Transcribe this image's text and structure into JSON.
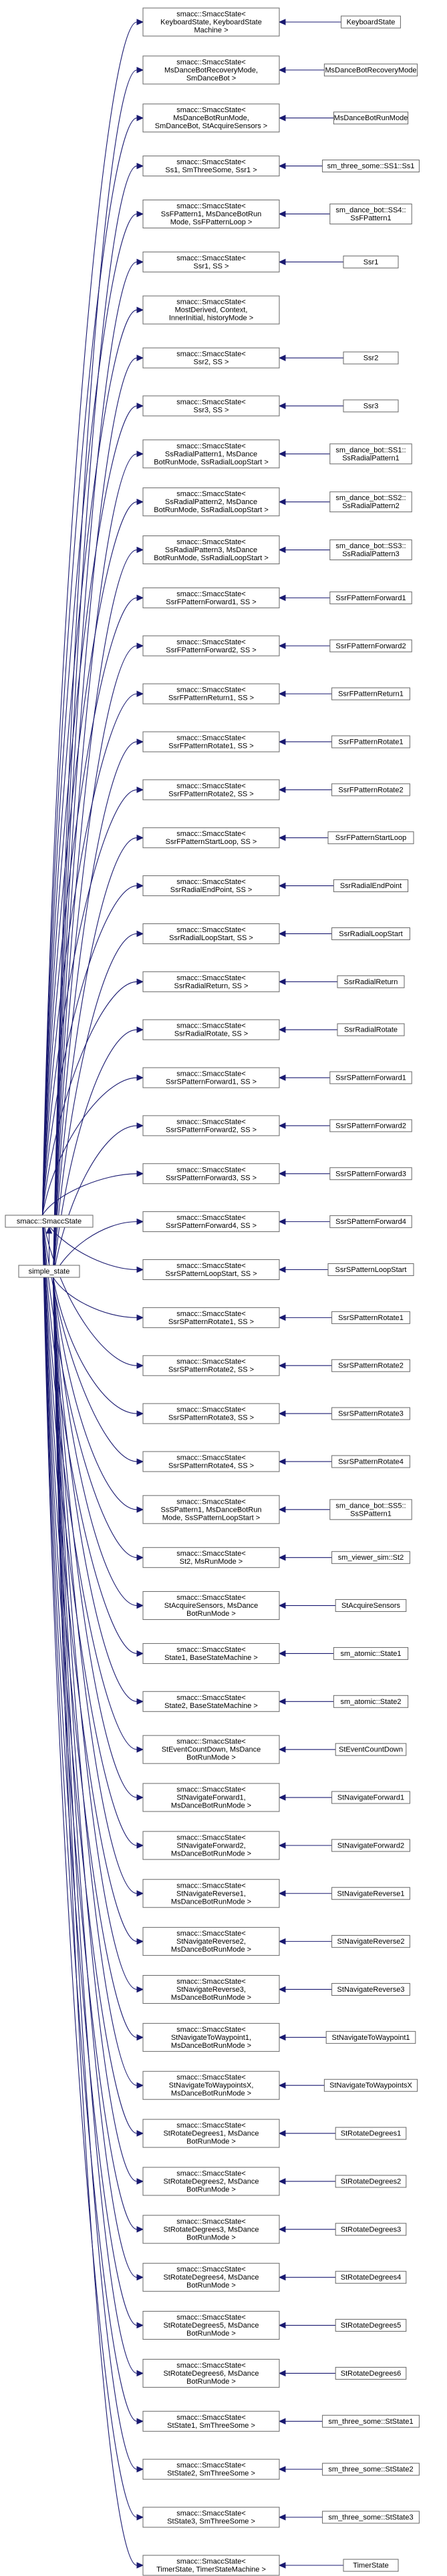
{
  "base_nodes": {
    "smacc_state": "smacc::SmaccState",
    "simple_state": "simple_state"
  },
  "templates": [
    {
      "lines": [
        "smacc::SmaccState<",
        "KeyboardState, KeyboardState",
        "Machine >"
      ],
      "derived": "KeyboardState"
    },
    {
      "lines": [
        "smacc::SmaccState<",
        "MsDanceBotRecoveryMode,",
        "SmDanceBot >"
      ],
      "derived": "MsDanceBotRecoveryMode"
    },
    {
      "lines": [
        "smacc::SmaccState<",
        "MsDanceBotRunMode,",
        "SmDanceBot, StAcquireSensors >"
      ],
      "derived": "MsDanceBotRunMode"
    },
    {
      "lines": [
        "smacc::SmaccState<",
        "Ss1, SmThreeSome, Ssr1 >"
      ],
      "derived": "sm_three_some::SS1::Ss1"
    },
    {
      "lines": [
        "smacc::SmaccState<",
        "SsFPattern1, MsDanceBotRun",
        "Mode, SsFPatternLoop >"
      ],
      "derived": "sm_dance_bot::SS4::SsFPattern1"
    },
    {
      "lines": [
        "smacc::SmaccState<",
        "Ssr1, SS >"
      ],
      "derived": "Ssr1"
    },
    {
      "lines": [
        "smacc::SmaccState<",
        "MostDerived, Context,",
        "InnerInitial, historyMode >"
      ],
      "derived": ""
    },
    {
      "lines": [
        "smacc::SmaccState<",
        "Ssr2, SS >"
      ],
      "derived": "Ssr2"
    },
    {
      "lines": [
        "smacc::SmaccState<",
        "Ssr3, SS >"
      ],
      "derived": "Ssr3"
    },
    {
      "lines": [
        "smacc::SmaccState<",
        "SsRadialPattern1, MsDance",
        "BotRunMode, SsRadialLoopStart >"
      ],
      "derived": "sm_dance_bot::SS1::SsRadialPattern1"
    },
    {
      "lines": [
        "smacc::SmaccState<",
        "SsRadialPattern2, MsDance",
        "BotRunMode, SsRadialLoopStart >"
      ],
      "derived": "sm_dance_bot::SS2::SsRadialPattern2"
    },
    {
      "lines": [
        "smacc::SmaccState<",
        "SsRadialPattern3, MsDance",
        "BotRunMode, SsRadialLoopStart >"
      ],
      "derived": "sm_dance_bot::SS3::SsRadialPattern3"
    },
    {
      "lines": [
        "smacc::SmaccState<",
        "SsrFPatternForward1, SS >"
      ],
      "derived": "SsrFPatternForward1"
    },
    {
      "lines": [
        "smacc::SmaccState<",
        "SsrFPatternForward2, SS >"
      ],
      "derived": "SsrFPatternForward2"
    },
    {
      "lines": [
        "smacc::SmaccState<",
        "SsrFPatternReturn1, SS >"
      ],
      "derived": "SsrFPatternReturn1"
    },
    {
      "lines": [
        "smacc::SmaccState<",
        "SsrFPatternRotate1, SS >"
      ],
      "derived": "SsrFPatternRotate1"
    },
    {
      "lines": [
        "smacc::SmaccState<",
        "SsrFPatternRotate2, SS >"
      ],
      "derived": "SsrFPatternRotate2"
    },
    {
      "lines": [
        "smacc::SmaccState<",
        "SsrFPatternStartLoop, SS >"
      ],
      "derived": "SsrFPatternStartLoop"
    },
    {
      "lines": [
        "smacc::SmaccState<",
        "SsrRadialEndPoint, SS >"
      ],
      "derived": "SsrRadialEndPoint"
    },
    {
      "lines": [
        "smacc::SmaccState<",
        "SsrRadialLoopStart, SS >"
      ],
      "derived": "SsrRadialLoopStart"
    },
    {
      "lines": [
        "smacc::SmaccState<",
        "SsrRadialReturn, SS >"
      ],
      "derived": "SsrRadialReturn"
    },
    {
      "lines": [
        "smacc::SmaccState<",
        "SsrRadialRotate, SS >"
      ],
      "derived": "SsrRadialRotate"
    },
    {
      "lines": [
        "smacc::SmaccState<",
        "SsrSPatternForward1, SS >"
      ],
      "derived": "SsrSPatternForward1"
    },
    {
      "lines": [
        "smacc::SmaccState<",
        "SsrSPatternForward2, SS >"
      ],
      "derived": "SsrSPatternForward2"
    },
    {
      "lines": [
        "smacc::SmaccState<",
        "SsrSPatternForward3, SS >"
      ],
      "derived": "SsrSPatternForward3"
    },
    {
      "lines": [
        "smacc::SmaccState<",
        "SsrSPatternForward4, SS >"
      ],
      "derived": "SsrSPatternForward4"
    },
    {
      "lines": [
        "smacc::SmaccState<",
        "SsrSPatternLoopStart, SS >"
      ],
      "derived": "SsrSPatternLoopStart"
    },
    {
      "lines": [
        "smacc::SmaccState<",
        "SsrSPatternRotate1, SS >"
      ],
      "derived": "SsrSPatternRotate1"
    },
    {
      "lines": [
        "smacc::SmaccState<",
        "SsrSPatternRotate2, SS >"
      ],
      "derived": "SsrSPatternRotate2"
    },
    {
      "lines": [
        "smacc::SmaccState<",
        "SsrSPatternRotate3, SS >"
      ],
      "derived": "SsrSPatternRotate3"
    },
    {
      "lines": [
        "smacc::SmaccState<",
        "SsrSPatternRotate4, SS >"
      ],
      "derived": "SsrSPatternRotate4"
    },
    {
      "lines": [
        "smacc::SmaccState<",
        "SsSPattern1, MsDanceBotRun",
        "Mode, SsSPatternLoopStart >"
      ],
      "derived": "sm_dance_bot::SS5::SsSPattern1"
    },
    {
      "lines": [
        "smacc::SmaccState<",
        "St2, MsRunMode >"
      ],
      "derived": "sm_viewer_sim::St2"
    },
    {
      "lines": [
        "smacc::SmaccState<",
        "StAcquireSensors, MsDance",
        "BotRunMode >"
      ],
      "derived": "StAcquireSensors"
    },
    {
      "lines": [
        "smacc::SmaccState<",
        "State1, BaseStateMachine >"
      ],
      "derived": "sm_atomic::State1"
    },
    {
      "lines": [
        "smacc::SmaccState<",
        "State2, BaseStateMachine >"
      ],
      "derived": "sm_atomic::State2"
    },
    {
      "lines": [
        "smacc::SmaccState<",
        "StEventCountDown, MsDance",
        "BotRunMode >"
      ],
      "derived": "StEventCountDown"
    },
    {
      "lines": [
        "smacc::SmaccState<",
        "StNavigateForward1,",
        "MsDanceBotRunMode >"
      ],
      "derived": "StNavigateForward1"
    },
    {
      "lines": [
        "smacc::SmaccState<",
        "StNavigateForward2,",
        "MsDanceBotRunMode >"
      ],
      "derived": "StNavigateForward2"
    },
    {
      "lines": [
        "smacc::SmaccState<",
        "StNavigateReverse1,",
        "MsDanceBotRunMode >"
      ],
      "derived": "StNavigateReverse1"
    },
    {
      "lines": [
        "smacc::SmaccState<",
        "StNavigateReverse2,",
        "MsDanceBotRunMode >"
      ],
      "derived": "StNavigateReverse2"
    },
    {
      "lines": [
        "smacc::SmaccState<",
        "StNavigateReverse3,",
        "MsDanceBotRunMode >"
      ],
      "derived": "StNavigateReverse3"
    },
    {
      "lines": [
        "smacc::SmaccState<",
        "StNavigateToWaypoint1,",
        "MsDanceBotRunMode >"
      ],
      "derived": "StNavigateToWaypoint1"
    },
    {
      "lines": [
        "smacc::SmaccState<",
        "StNavigateToWaypointsX,",
        "MsDanceBotRunMode >"
      ],
      "derived": "StNavigateToWaypointsX"
    },
    {
      "lines": [
        "smacc::SmaccState<",
        "StRotateDegrees1, MsDance",
        "BotRunMode >"
      ],
      "derived": "StRotateDegrees1"
    },
    {
      "lines": [
        "smacc::SmaccState<",
        "StRotateDegrees2, MsDance",
        "BotRunMode >"
      ],
      "derived": "StRotateDegrees2"
    },
    {
      "lines": [
        "smacc::SmaccState<",
        "StRotateDegrees3, MsDance",
        "BotRunMode >"
      ],
      "derived": "StRotateDegrees3"
    },
    {
      "lines": [
        "smacc::SmaccState<",
        "StRotateDegrees4, MsDance",
        "BotRunMode >"
      ],
      "derived": "StRotateDegrees4"
    },
    {
      "lines": [
        "smacc::SmaccState<",
        "StRotateDegrees5, MsDance",
        "BotRunMode >"
      ],
      "derived": "StRotateDegrees5"
    },
    {
      "lines": [
        "smacc::SmaccState<",
        "StRotateDegrees6, MsDance",
        "BotRunMode >"
      ],
      "derived": "StRotateDegrees6"
    },
    {
      "lines": [
        "smacc::SmaccState<",
        "StState1, SmThreeSome >"
      ],
      "derived": "sm_three_some::StState1"
    },
    {
      "lines": [
        "smacc::SmaccState<",
        "StState2, SmThreeSome >"
      ],
      "derived": "sm_three_some::StState2"
    },
    {
      "lines": [
        "smacc::SmaccState<",
        "StState3, SmThreeSome >"
      ],
      "derived": "sm_three_some::StState3"
    },
    {
      "lines": [
        "smacc::SmaccState<",
        "TimerState, TimerStateMachine >"
      ],
      "derived": "TimerState"
    }
  ],
  "colors": {
    "edge": "#191970",
    "node_border": "#666666",
    "node_fill": "#ffffff",
    "text": "#000000"
  }
}
